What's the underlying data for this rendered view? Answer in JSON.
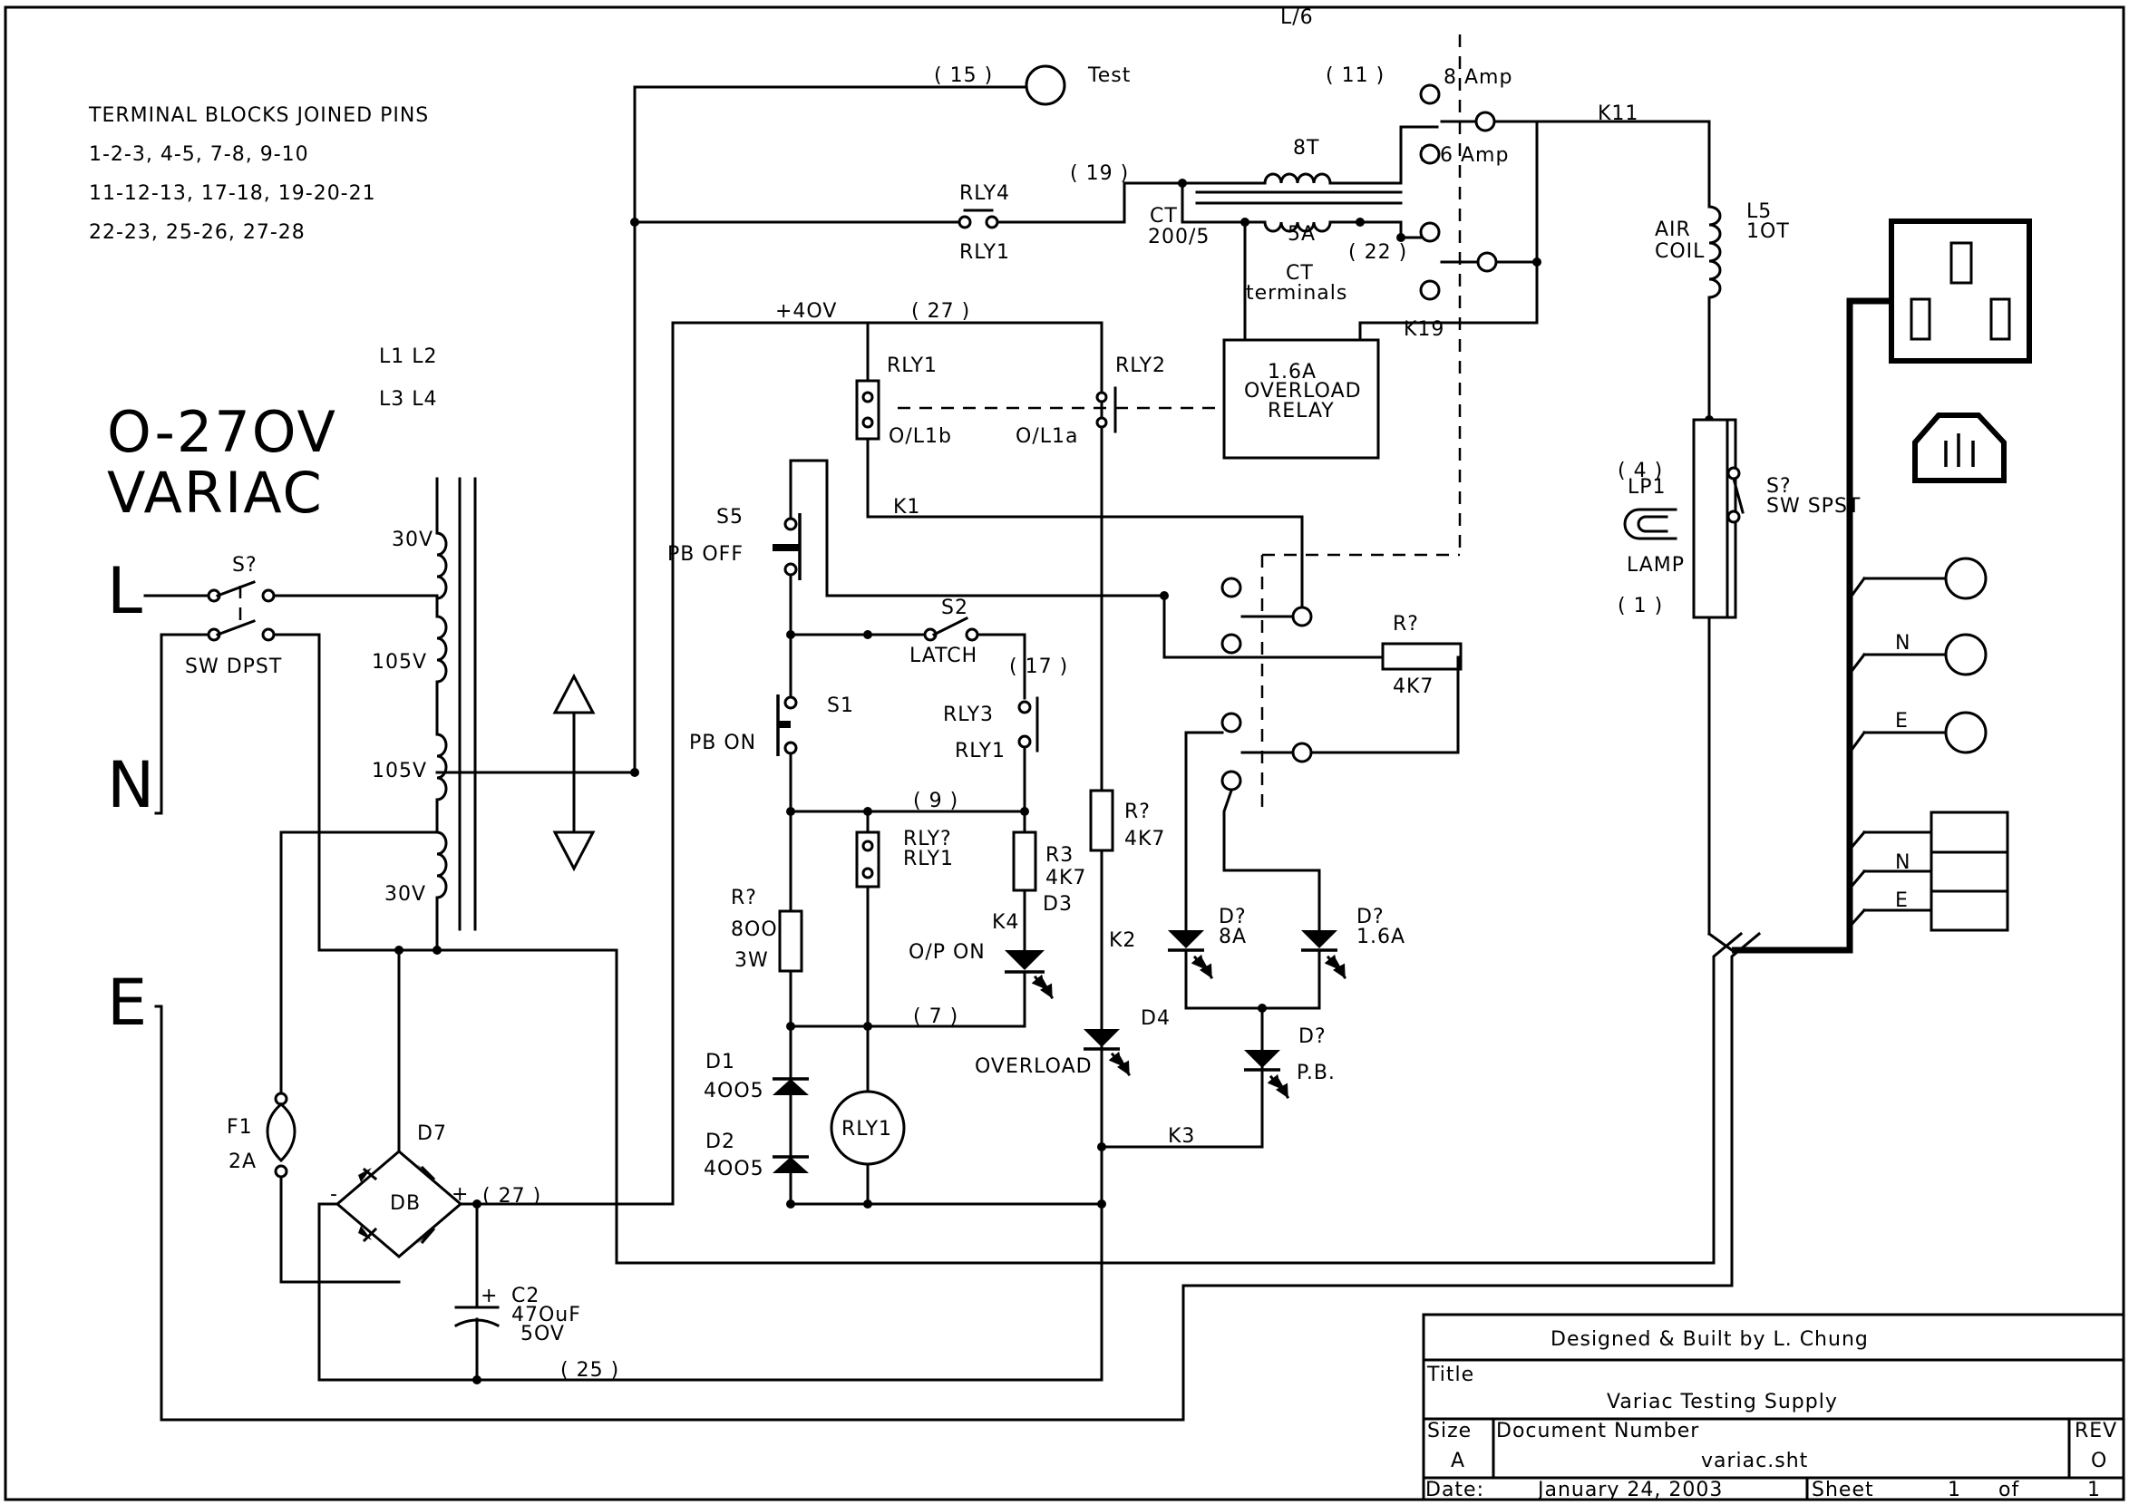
{
  "header_mark": "L/6",
  "notes": {
    "title": "TERMINAL BLOCKS JOINED PINS",
    "lines": [
      "1-2-3,  4-5,  7-8, 9-10",
      "11-12-13,  17-18,  19-20-21",
      "22-23,  25-26,  27-28"
    ]
  },
  "variac": {
    "line1": "O-27OV",
    "line2": "VARIAC",
    "coil_labels": [
      "L1  L2",
      "L3  L4"
    ],
    "taps": [
      "30V",
      "105V",
      "105V",
      "30V"
    ]
  },
  "mains_labels": {
    "line": "L",
    "neutral": "N",
    "earth": "E"
  },
  "labels": {
    "sw_in_ref": "S?",
    "sw_in_type": "SW DPST",
    "f1_ref": "F1",
    "f1_val": "2A",
    "d7": "D7",
    "db": "DB",
    "c2_ref": "C2",
    "c2_val": "47OuF",
    "c2_volt": "5OV",
    "n27a": "( 27 )",
    "n27b": "( 27 )",
    "n25": "( 25 )",
    "n15": "( 15 )",
    "test": "Test",
    "n11": "( 11 )",
    "amp8": "8 Amp",
    "amp16": "1.6 Amp",
    "n19": "( 19 )",
    "n22": "( 22 )",
    "t8": "8T",
    "t5a": "5A",
    "ct": "CT",
    "ct_ratio": "200/5",
    "ct_term1": "CT",
    "ct_term2": "terminals",
    "k11": "K11",
    "k19": "K19",
    "rly4": "RLY4",
    "rly1_top": "RLY1",
    "plus40": "+4OV",
    "rly1_c": "RLY1",
    "rly2_c": "RLY2",
    "ol1b": "O/L1b",
    "ol1a": "O/L1a",
    "ovl1": "1.6A",
    "ovl2": "OVERLOAD",
    "ovl3": "RELAY",
    "k1": "K1",
    "s5": "S5",
    "pboff": "PB OFF",
    "s2": "S2",
    "latch": "LATCH",
    "s1": "S1",
    "pbon": "PB ON",
    "n17": "( 17 )",
    "rly3": "RLY3",
    "rly1_s": "RLY1",
    "n9": "( 9 )",
    "n7": "( 7 )",
    "rlyq": "RLY?",
    "rly1_r": "RLY1",
    "r3": "R3",
    "r3v": "4K7",
    "d3": "D3",
    "k4": "K4",
    "op_on": "O/P ON",
    "rq_a": "R?",
    "rq_a_v": "4K7",
    "rq_800": "R?",
    "r800v": "8OO",
    "r800w": "3W",
    "d1": "D1",
    "d1v": "4OO5",
    "d2": "D2",
    "d2v": "4OO5",
    "rly1_coil": "RLY1",
    "k2": "K2",
    "overload": "OVERLOAD",
    "rq_b": "R?",
    "rq_b_v": "4K7",
    "dq8": "D?",
    "v8a": "8A",
    "dq16": "D?",
    "v16a": "1.6A",
    "d4": "D4",
    "dqpb": "D?",
    "pb": "P.B.",
    "k3": "K3",
    "l5": "L5",
    "l5v": "1OT",
    "air": "AIR",
    "coil": "COIL",
    "n4": "( 4 )",
    "lp1": "LP1",
    "lamp": "LAMP",
    "n1": "( 1 )",
    "sq_out": "S?",
    "sw_spst": "SW SPST",
    "out_n": "N",
    "out_e": "E",
    "tb_n": "N",
    "tb_e": "E"
  },
  "title_block": {
    "designer": "Designed & Built by L. Chung",
    "title_label": "Title",
    "title": "Variac Testing Supply",
    "size_label": "Size",
    "docnum_label": "Document Number",
    "rev_label": "REV",
    "size": "A",
    "docnum": "variac.sht",
    "rev": "O",
    "date_label": "Date:",
    "date": "January 24, 2003",
    "sheet_label": "Sheet",
    "sheet": "1",
    "of_label": "of",
    "of": "1"
  }
}
